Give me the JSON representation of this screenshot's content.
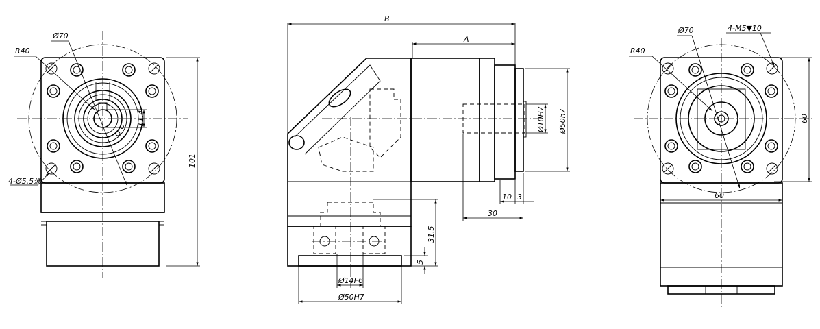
{
  "views": {
    "left": {
      "radius_label": "R40",
      "diameter_label": "Ø70",
      "keyway_label": "11.4",
      "holes_label": "4-Ø5.5通",
      "height_label": "101"
    },
    "middle": {
      "overall_label": "B",
      "length_label": "A",
      "shaft_bore_label": "Ø10H7",
      "spigot_label": "Ø50h7",
      "dim_10": "10",
      "dim_3": "3",
      "dim_30": "30",
      "dim_31_5": "31.5",
      "dim_5": "5",
      "bore_label": "Ø14F6",
      "flange_label": "Ø50H7"
    },
    "right": {
      "radius_label": "R40",
      "diameter_label": "Ø70",
      "tap_label": "4-M5▼10",
      "height_label": "60",
      "width_label": "60"
    }
  }
}
